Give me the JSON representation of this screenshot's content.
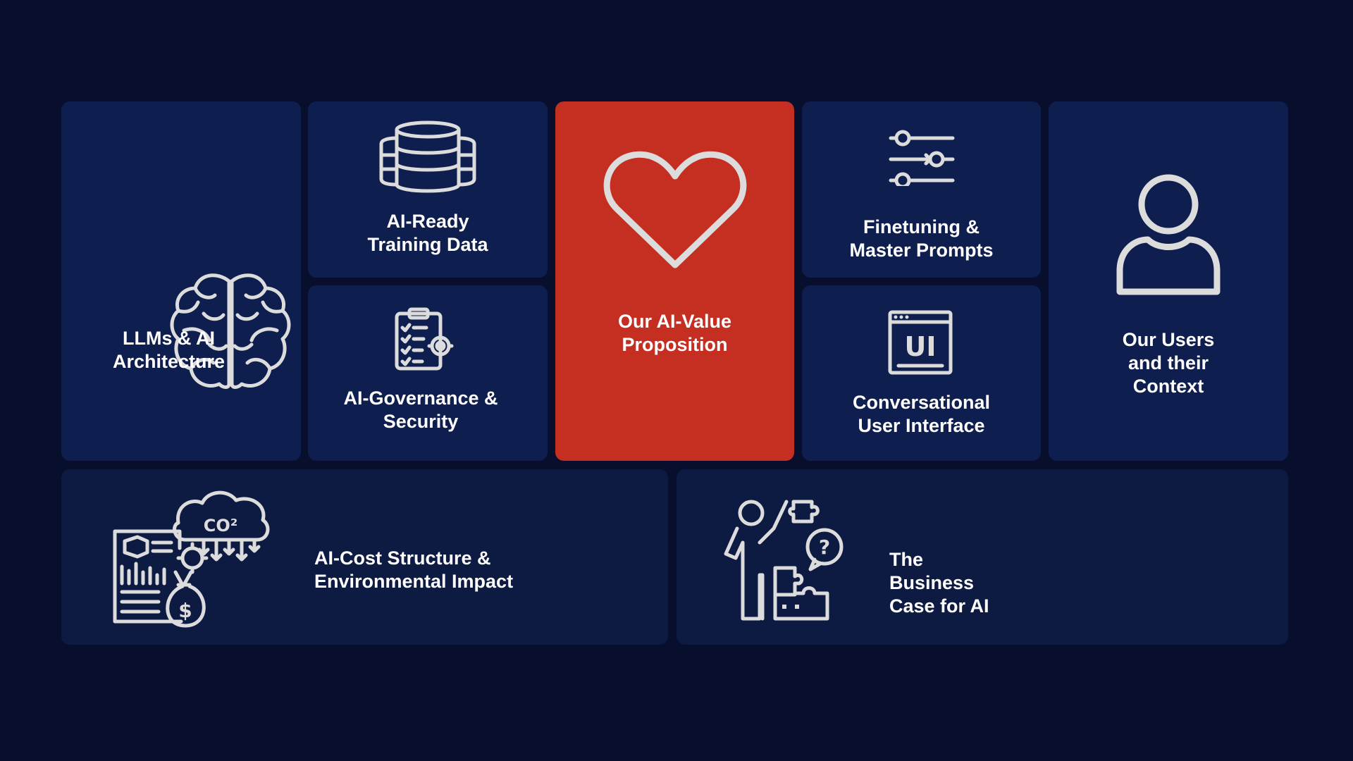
{
  "background_color": "#080f2d",
  "tile_color": "#0e1e4e",
  "accent_color": "#c42f22",
  "tiles": {
    "llms": {
      "label": "LLMs & AI\nArchitecture",
      "icon": "brain-icon"
    },
    "training_data": {
      "label": "AI-Ready\nTraining Data",
      "icon": "database-icon"
    },
    "governance": {
      "label": "AI-Governance &\nSecurity",
      "icon": "clipboard-checklist-icon"
    },
    "value_prop": {
      "label": "Our AI-Value\nProposition",
      "icon": "heart-icon"
    },
    "finetuning": {
      "label": "Finetuning &\nMaster Prompts",
      "icon": "sliders-icon"
    },
    "ui": {
      "label": "Conversational\nUser Interface",
      "icon": "ui-window-icon",
      "icon_text": "UI"
    },
    "users": {
      "label": "Our Users\nand their\nContext",
      "icon": "user-icon"
    },
    "cost": {
      "label": "AI-Cost Structure &\nEnvironmental Impact",
      "icon": "cost-environment-icon",
      "icon_text": "CO²",
      "currency_symbol": "$"
    },
    "business_case": {
      "label": "The\nBusiness\nCase for AI",
      "icon": "business-puzzle-icon",
      "icon_text": "?"
    }
  }
}
